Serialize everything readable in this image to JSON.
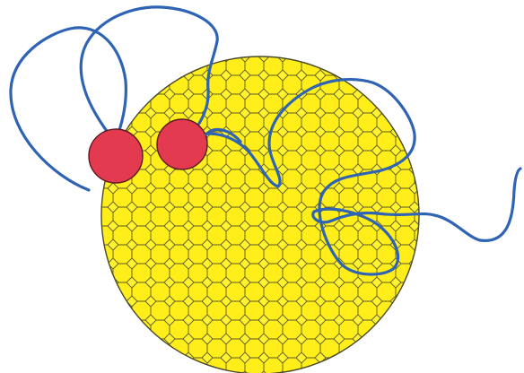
{
  "diagram": {
    "elements": {
      "sphere": {
        "shape": "circle",
        "pattern": "truncated-square-tiling",
        "fill": "#fff22e",
        "tile_fill": "#ffee1a",
        "outline": "#4a4a2a"
      },
      "spheres_small": {
        "count": 2,
        "shape": "circle",
        "fill": "#e43a4f",
        "outline": "#5a1a22"
      },
      "strand": {
        "shape": "curve",
        "color": "#2f63b4"
      }
    }
  }
}
